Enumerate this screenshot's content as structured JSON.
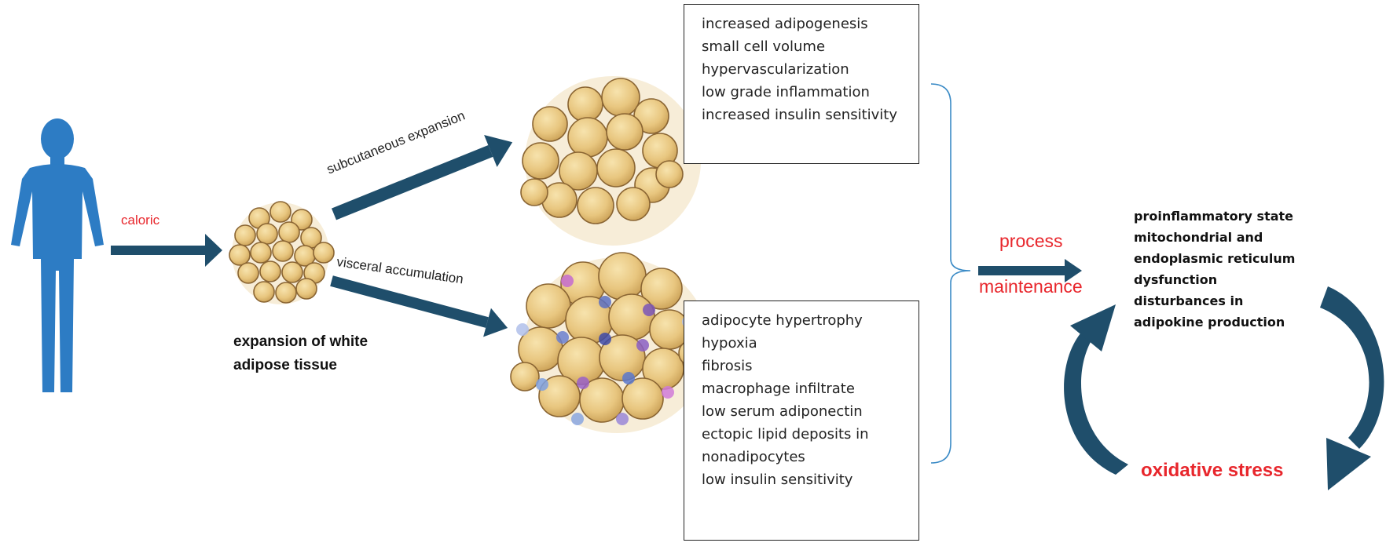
{
  "labels": {
    "caloric": "caloric",
    "expansion_title": [
      "expansion of white",
      "adipose tissue"
    ],
    "subcutaneous": "subcutaneous   expansion",
    "visceral": "visceral accumulation",
    "process": "process",
    "maintenance": "maintenance",
    "oxidative_stress": "oxidative stress"
  },
  "subcutaneous_features": [
    "increased adipogenesis",
    "small cell volume",
    "hypervascularization",
    "low grade inflammation",
    "increased insulin sensitivity"
  ],
  "visceral_features": [
    "adipocyte hypertrophy",
    "hypoxia",
    "fibrosis",
    "macrophage infiltrate",
    "low serum adiponectin",
    "ectopic lipid deposits in",
    "nonadipocytes",
    "low insulin sensitivity"
  ],
  "consequences": [
    "proinflammatory state",
    "mitochondrial and",
    "endoplasmic reticulum",
    "dysfunction",
    "disturbances in",
    "adipokine production"
  ],
  "colors": {
    "arrow": "#1f4e6b",
    "human": "#2d7cc4",
    "red_text": "#e8262c",
    "cell_fill": "#e6c47c",
    "cell_stroke": "#8a6533",
    "bracket": "#3b8bc6"
  },
  "icons": {
    "human": "human-silhouette-icon",
    "small_tissue": "adipose-cluster-icon",
    "healthy_tissue": "healthy-adipose-icon",
    "inflamed_tissue": "inflamed-adipose-icon"
  }
}
